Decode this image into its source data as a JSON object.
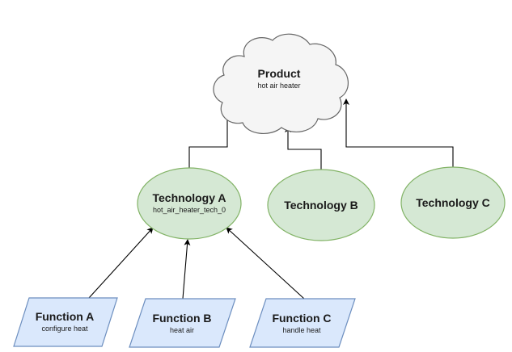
{
  "product": {
    "title": "Product",
    "subtitle": "hot air heater"
  },
  "technologies": [
    {
      "title": "Technology A",
      "subtitle": "hot_air_heater_tech_0"
    },
    {
      "title": "Technology B",
      "subtitle": ""
    },
    {
      "title": "Technology C",
      "subtitle": ""
    }
  ],
  "functions": [
    {
      "title": "Function A",
      "subtitle": "configure heat"
    },
    {
      "title": "Function B",
      "subtitle": "heat air"
    },
    {
      "title": "Function C",
      "subtitle": "handle heat"
    }
  ],
  "colors": {
    "cloud_fill": "#f5f5f5",
    "cloud_stroke": "#666666",
    "technology_fill": "#d5e8d4",
    "technology_stroke": "#82b366",
    "function_fill": "#dae8fc",
    "function_stroke": "#6c8ebf",
    "edge": "#000000"
  }
}
